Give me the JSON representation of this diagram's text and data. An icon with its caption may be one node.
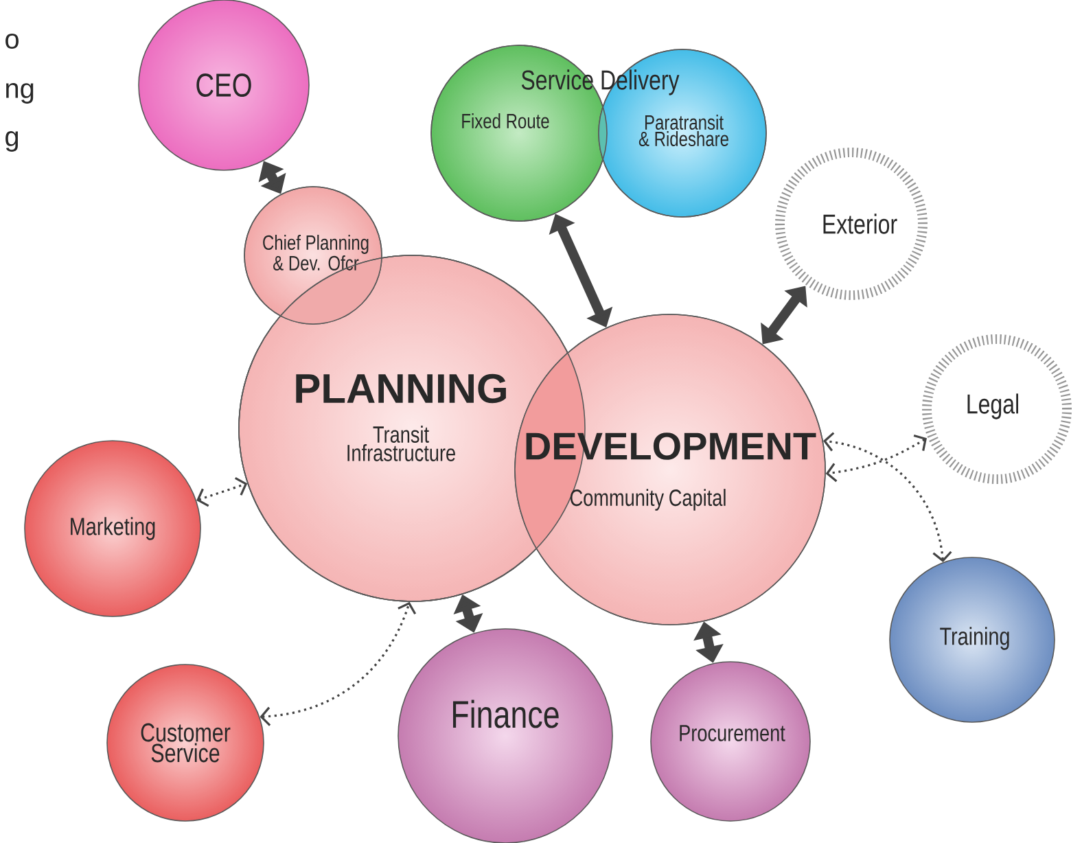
{
  "diagram": {
    "nodes": [
      {
        "text": [
          "CEO"
        ]
      },
      {
        "text": [
          "Chief Planning & Dev. Ofcr"
        ]
      },
      {
        "text": [
          "PLANNING",
          "Transit Infrastructure"
        ]
      },
      {
        "text": [
          "Fixed Route"
        ]
      },
      {
        "text": [
          "Paratransit & Rideshare"
        ]
      },
      {
        "text": [
          "Exterior"
        ]
      },
      {
        "text": [
          "DEVELOPMENT",
          "Community Capital"
        ]
      },
      {
        "text": [
          "Legal"
        ]
      },
      {
        "text": [
          "Marketing"
        ]
      },
      {
        "text": [
          "Customer Service"
        ]
      },
      {
        "text": [
          "Finance"
        ]
      },
      {
        "text": [
          "Procurement"
        ]
      },
      {
        "text": [
          "Training"
        ]
      }
    ],
    "edges": [
      {
        "from": 0,
        "to": 1,
        "arrow": "both"
      },
      {
        "from": 3,
        "to": 6,
        "arrow": "both"
      },
      {
        "from": 6,
        "to": 5,
        "arrow": "both"
      },
      {
        "from": 8,
        "to": 2,
        "arrow": "both",
        "style": "dashed"
      },
      {
        "from": 9,
        "to": 2,
        "arrow": "both",
        "style": "dashed"
      },
      {
        "from": 2,
        "to": 10,
        "arrow": "both"
      },
      {
        "from": 6,
        "to": 11,
        "arrow": "both"
      },
      {
        "from": 7,
        "to": 6,
        "arrow": "both",
        "style": "dashed"
      },
      {
        "from": 12,
        "to": 6,
        "arrow": "both",
        "style": "dashed"
      }
    ],
    "labels": [
      "o",
      "ng",
      "g",
      "Service Delivery"
    ]
  }
}
